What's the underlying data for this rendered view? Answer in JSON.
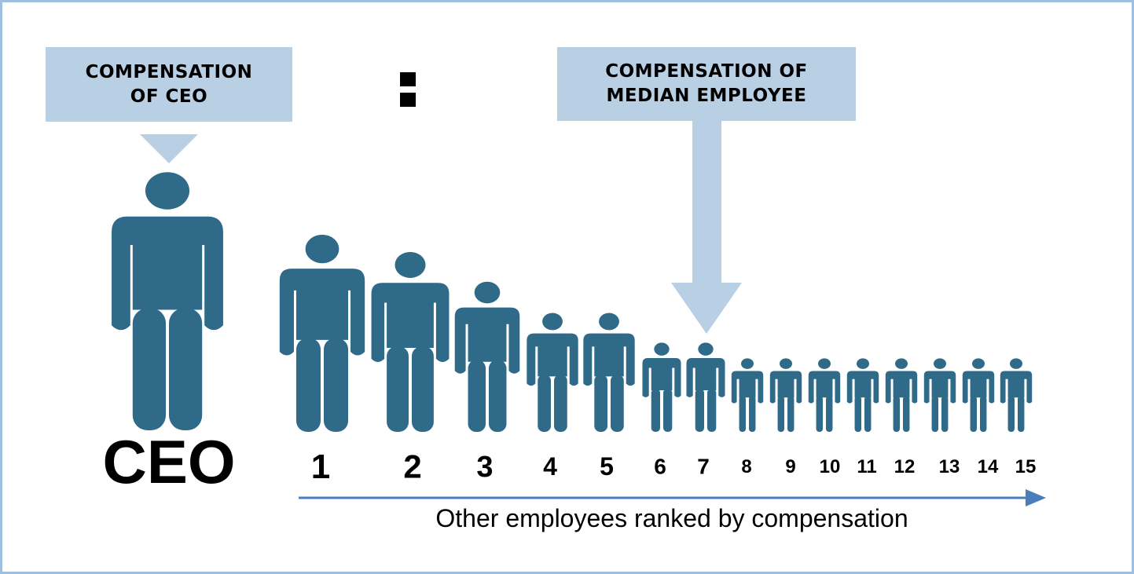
{
  "callouts": {
    "ceo": {
      "line1": "COMPENSATION",
      "line2": "OF CEO"
    },
    "median": {
      "line1": "COMPENSATION OF",
      "line2": "MEDIAN EMPLOYEE"
    }
  },
  "ratio_symbol": ":",
  "ceo_label": "CEO",
  "employees": [
    "1",
    "2",
    "3",
    "4",
    "5",
    "6",
    "7",
    "8",
    "9",
    "10",
    "11",
    "12",
    "13",
    "14",
    "15"
  ],
  "median_employee": "7",
  "axis_caption": "Other employees ranked by compensation",
  "colors": {
    "figure": "#2f6a88",
    "callout": "#b9cfe4",
    "arrow": "#b9cfe4",
    "axis_arrow": "#4a7ebb",
    "frame": "#9fbfe0"
  }
}
